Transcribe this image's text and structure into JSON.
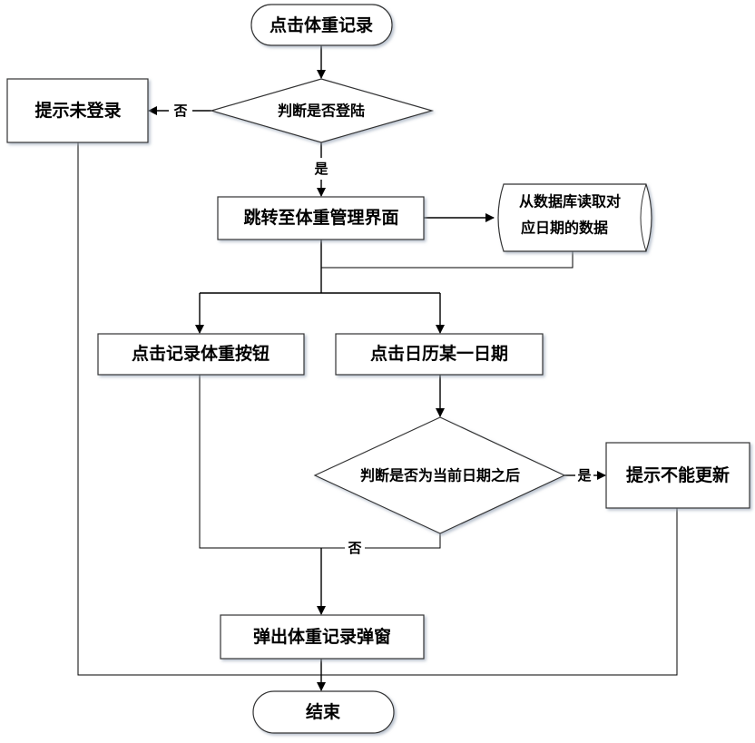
{
  "title": "体重记录流程图",
  "nodes": {
    "start": "点击体重记录",
    "check_login": "判断是否登陆",
    "not_logged_in": "提示未登录",
    "goto_manage": "跳转至体重管理界面",
    "read_db_line1": "从数据库读取对",
    "read_db_line2": "应日期的数据",
    "click_record_button": "点击记录体重按钮",
    "click_calendar_date": "点击日历某一日期",
    "check_after_today": "判断是否为当前日期之后",
    "cannot_update": "提示不能更新",
    "popup": "弹出体重记录弹窗",
    "end": "结束"
  },
  "labels": {
    "no_login": "否",
    "yes_login": "是",
    "yes_after": "是",
    "no_after": "否"
  }
}
